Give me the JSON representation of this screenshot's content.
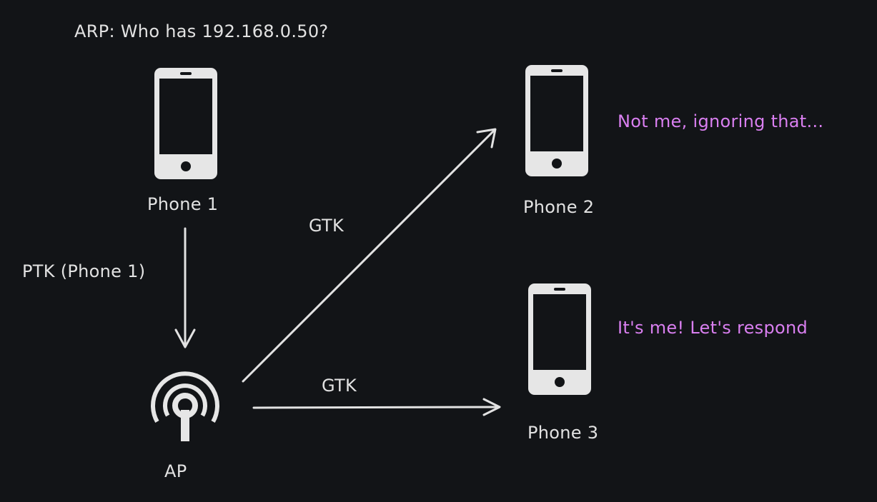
{
  "diagram": {
    "arp_label": "ARP: Who has 192.168.0.50?",
    "nodes": {
      "phone1": {
        "label": "Phone 1"
      },
      "phone2": {
        "label": "Phone 2"
      },
      "phone3": {
        "label": "Phone 3"
      },
      "ap": {
        "label": "AP"
      }
    },
    "edges": {
      "phone1_to_ap": {
        "label": "PTK (Phone 1)"
      },
      "ap_to_phone2": {
        "label": "GTK"
      },
      "ap_to_phone3": {
        "label": "GTK"
      }
    },
    "notes": {
      "phone2": "Not me, ignoring that...",
      "phone3": "It's me! Let's respond"
    }
  },
  "colors": {
    "background": "#121417",
    "foreground": "#e2e2e2",
    "note_accent": "#d97ff0"
  },
  "icons": {
    "phone": "smartphone-icon",
    "ap": "wireless-access-point-icon"
  }
}
